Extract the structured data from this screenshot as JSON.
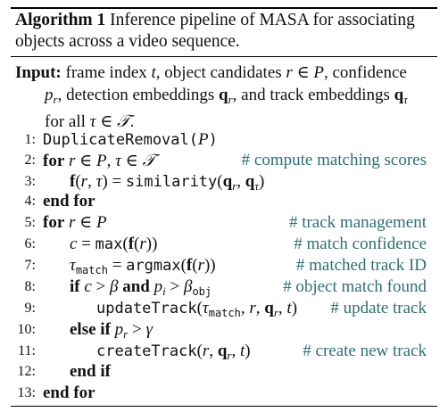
{
  "caption": {
    "label": "Algorithm 1",
    "text": "Inference pipeline of MASA for associating objects across a video sequence."
  },
  "input": {
    "label": "Input:",
    "text": "frame index t, object candidates r ∈ P, confidence p_r, detection embeddings q_r, and track embeddings q_τ for all τ ∈ T."
  },
  "lines": [
    {
      "num": "1:",
      "text": "DuplicateRemoval(P)",
      "comment": ""
    },
    {
      "num": "2:",
      "text": "for r ∈ P, τ ∈ T",
      "comment": "# compute matching scores"
    },
    {
      "num": "3:",
      "text": "f(r, τ) = similarity(q_r, q_τ)",
      "comment": ""
    },
    {
      "num": "4:",
      "text": "end for",
      "comment": ""
    },
    {
      "num": "5:",
      "text": "for r ∈ P",
      "comment": "# track management"
    },
    {
      "num": "6:",
      "text": "c = max(f(r))",
      "comment": "# match confidence"
    },
    {
      "num": "7:",
      "text": "τ_match = argmax(f(r))",
      "comment": "# matched track ID"
    },
    {
      "num": "8:",
      "text": "if c > β and p_i > β_obj",
      "comment": "# object match found"
    },
    {
      "num": "9:",
      "text": "updateTrack(τ_match, r, q_r, t)",
      "comment": "# update track"
    },
    {
      "num": "10:",
      "text": "else if p_r > γ",
      "comment": ""
    },
    {
      "num": "11:",
      "text": "createTrack(r, q_r, t)",
      "comment": "# create new track"
    },
    {
      "num": "12:",
      "text": "end if",
      "comment": ""
    },
    {
      "num": "13:",
      "text": "end for",
      "comment": ""
    }
  ]
}
